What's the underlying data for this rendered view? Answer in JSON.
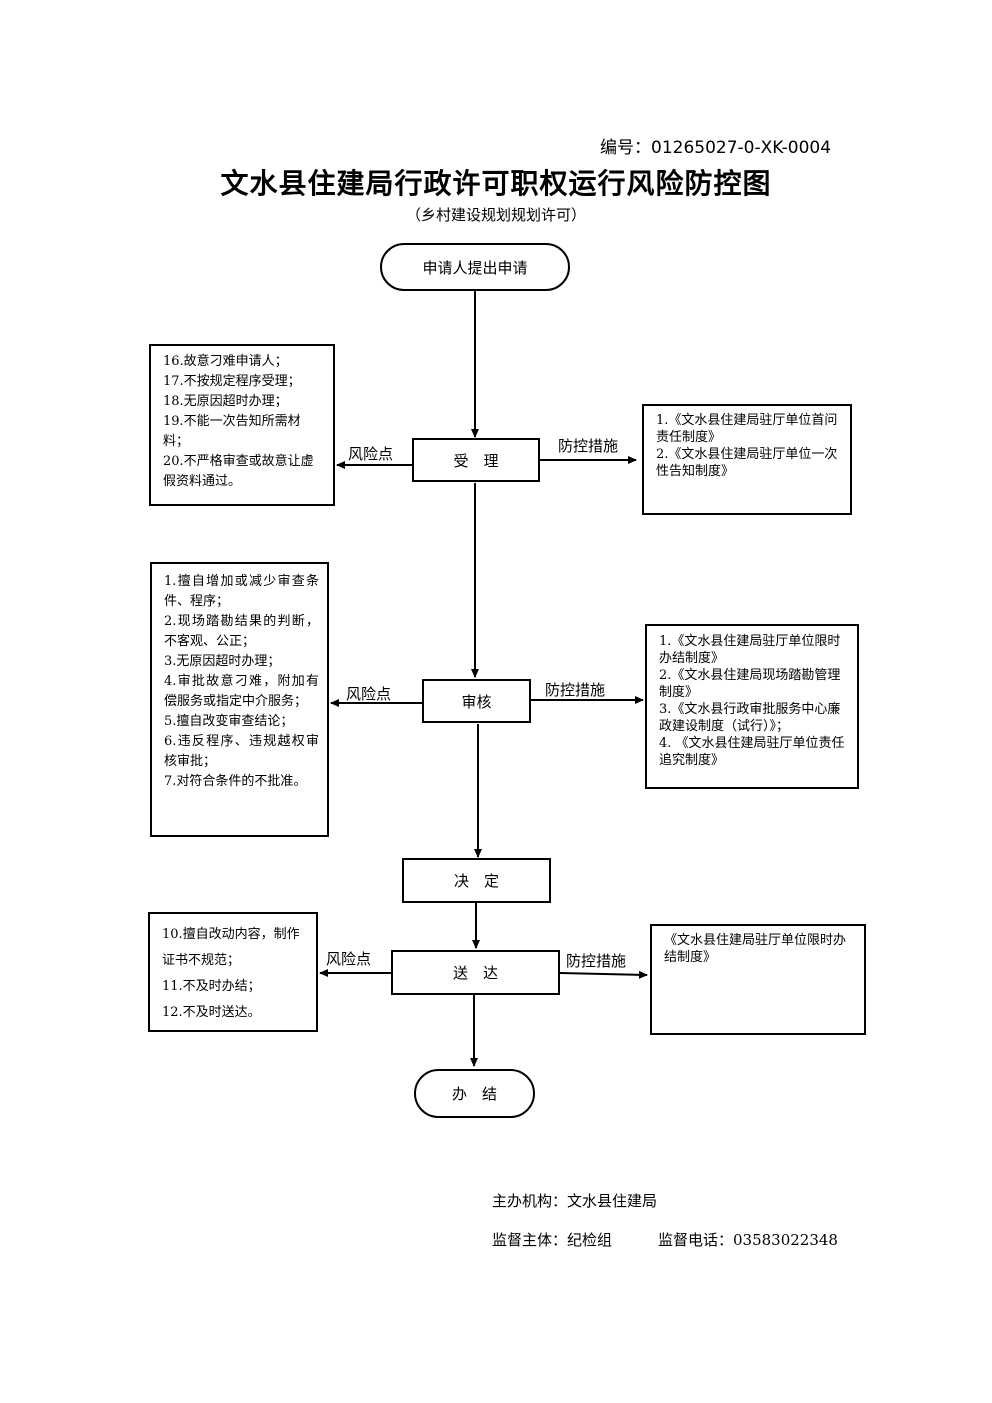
{
  "header": {
    "doc_number": "编号：01265027-0-XK-0004",
    "title": "文水县住建局行政许可职权运行风险防控图",
    "subtitle": "（乡村建设规划规划许可）"
  },
  "flow": {
    "start": "申请人提出申请",
    "step_accept": "受　理",
    "step_review": "审核",
    "step_decide": "决　定",
    "step_deliver": "送　达",
    "end": "办　结"
  },
  "labels": {
    "risk_point": "风险点",
    "control_measure": "防控措施"
  },
  "risks": {
    "accept": [
      "16.故意刁难申请人；",
      "17.不按规定程序受理；",
      "18.无原因超时办理；",
      "19.不能一次告知所需材料；",
      "20.不严格审查或故意让虚假资料通过。"
    ],
    "review": [
      "1.擅自增加或减少审查条件、程序；",
      "2.现场踏勘结果的判断，不客观、公正；",
      "3.无原因超时办理；",
      "4.审批故意刁难，附加有偿服务或指定中介服务；",
      "5.擅自改变审查结论；",
      "6.违反程序、违规越权审核审批；",
      "7.对符合条件的不批准。"
    ],
    "deliver": [
      "10.擅自改动内容，制作证书不规范；",
      "11.不及时办结；",
      "12.不及时送达。"
    ]
  },
  "measures": {
    "accept": [
      "1.《文水县住建局驻厅单位首问责任制度》",
      "2.《文水县住建局驻厅单位一次性告知制度》"
    ],
    "review": [
      "1.《文水县住建局驻厅单位限时办结制度》",
      "2.《文水县住建局现场踏勘管理制度》",
      "3.《文水县行政审批服务中心廉政建设制度（试行）》；",
      "4. 《文水县住建局驻厅单位责任追究制度》"
    ],
    "deliver": [
      "《文水县住建局驻厅单位限时办结制度》"
    ]
  },
  "footer": {
    "organizer": "主办机构：文水县住建局",
    "supervisor": "监督主体：纪检组",
    "phone": "监督电话：03583022348"
  }
}
